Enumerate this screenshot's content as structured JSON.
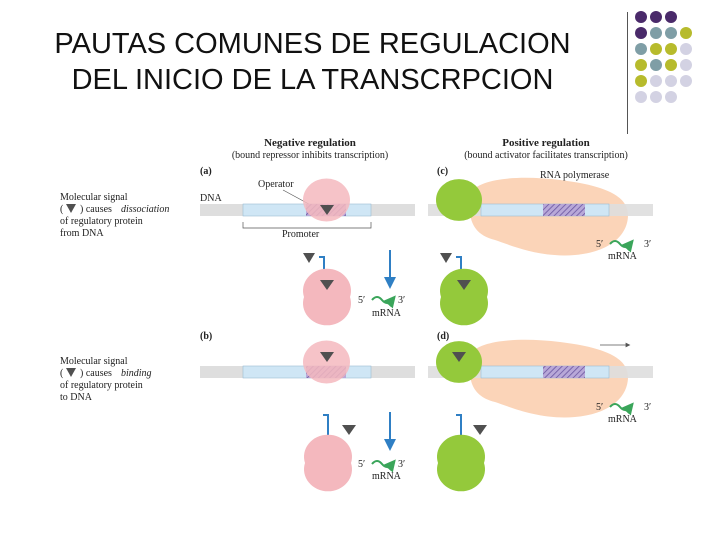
{
  "title_line1": "PAUTAS COMUNES DE REGULACION",
  "title_line2": "DEL INICIO DE LA TRANSCRPCION",
  "dot_colors": [
    "#4a2a6a",
    "#7f9ea6",
    "#b7bb2c",
    "#d3d2e3"
  ],
  "colors": {
    "repressor": "#f4b8be",
    "activator": "#94c93b",
    "polymerase": "#fbd4b8",
    "dna_promoter": "#cfe6f5",
    "dna_backbone": "#dedede",
    "operator": "#a793c6",
    "signal": "#505050",
    "arrow_blue": "#2f7fc4",
    "mrna_green": "#3aa55a"
  },
  "figure": {
    "negative_title": "Negative regulation",
    "negative_subtitle": "(bound repressor inhibits transcription)",
    "positive_title": "Positive regulation",
    "positive_subtitle": "(bound activator facilitates transcription)",
    "panel_a": "(a)",
    "panel_b": "(b)",
    "panel_c": "(c)",
    "panel_d": "(d)",
    "signal_a_line1": "Molecular signal",
    "signal_a_line2_pre": "(",
    "signal_a_line2_post": ") causes",
    "signal_a_italic": "dissociation",
    "signal_a_line3": "of regulatory protein",
    "signal_a_line4": "from DNA",
    "signal_b_line1": "Molecular signal",
    "signal_b_line2_pre": "(",
    "signal_b_line2_post": ") causes",
    "signal_b_italic": "binding",
    "signal_b_line3": "of regulatory protein",
    "signal_b_line4": "to DNA",
    "dna": "DNA",
    "operator": "Operator",
    "promoter": "Promoter",
    "rna_polymerase": "RNA polymerase",
    "five_prime": "5′",
    "three_prime": "3′",
    "mrna": "mRNA"
  }
}
